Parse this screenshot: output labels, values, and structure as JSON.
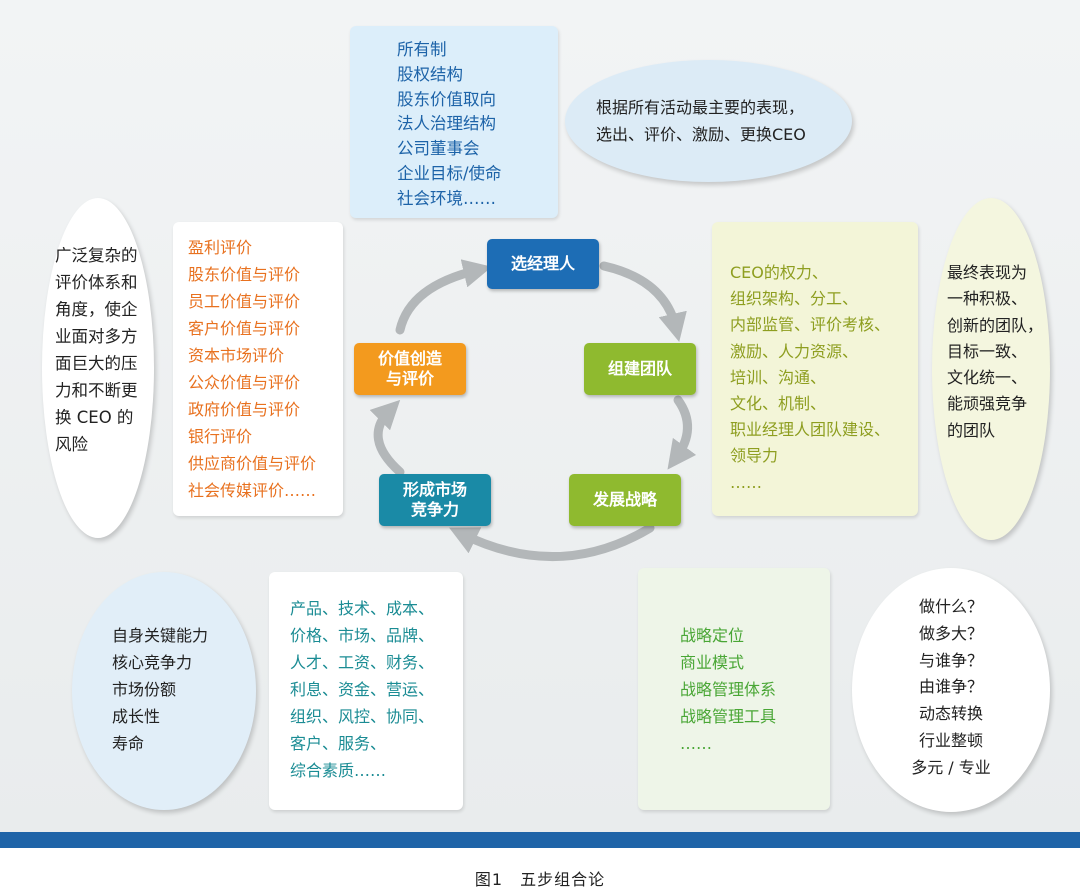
{
  "colors": {
    "blue_node": "#1d6db5",
    "orange_node": "#f39a1e",
    "green_node": "#8fba2f",
    "teal_node": "#1a8aa6",
    "orange_text": "#e8711f",
    "olive_text": "#8e9e20",
    "teal_text": "#1b8c94",
    "green_text": "#49a635",
    "blue_text": "#1d63a8",
    "band": "#1f64a8"
  },
  "top_card": {
    "items": [
      "所有制",
      "股权结构",
      "股东价值取向",
      "法人治理结构",
      "公司董事会",
      "企业目标/使命",
      "社会环境……"
    ]
  },
  "top_right_ellipse": {
    "lines": [
      "根据所有活动最主要的表现，",
      "选出、评价、激励、更换CEO"
    ]
  },
  "left_ellipse": {
    "lines": [
      "广泛复杂的",
      "评价体系和",
      "角度，使企",
      "业面对多方",
      "面巨大的压",
      "力和不断更",
      "换 CEO 的",
      "风险"
    ]
  },
  "left_card": {
    "items": [
      "盈利评价",
      "股东价值与评价",
      "员工价值与评价",
      "客户价值与评价",
      "资本市场评价",
      "公众价值与评价",
      "政府价值与评价",
      "银行评价",
      "供应商价值与评价",
      "社会传媒评价……"
    ]
  },
  "right_card": {
    "items": [
      "CEO的权力、",
      "组织架构、分工、",
      "内部监管、评价考核、",
      "激励、人力资源、",
      "培训、沟通、",
      "文化、机制、",
      "职业经理人团队建设、",
      "领导力",
      "……"
    ]
  },
  "right_ellipse": {
    "lines": [
      "最终表现为",
      "一种积极、",
      "创新的团队，",
      "目标一致、",
      "文化统一、",
      "能顽强竞争",
      "的团队"
    ]
  },
  "bottom_left_ellipse": {
    "lines": [
      "自身关键能力",
      "核心竞争力",
      "市场份额",
      "成长性",
      "寿命"
    ]
  },
  "bottom_left_card": {
    "items": [
      "产品、技术、成本、",
      "价格、市场、品牌、",
      "人才、工资、财务、",
      "利息、资金、营运、",
      "组织、风控、协同、",
      "客户、服务、",
      "综合素质……"
    ]
  },
  "bottom_right_card": {
    "items": [
      "战略定位",
      "商业模式",
      "战略管理体系",
      "战略管理工具",
      "……"
    ]
  },
  "bottom_right_ellipse": {
    "lines": [
      "做什么？",
      "做多大？",
      "与谁争？",
      "由谁争？",
      "动态转换",
      "行业整顿",
      "多元 / 专业"
    ]
  },
  "cycle": {
    "select_manager": "选经理人",
    "build_team": "组建团队",
    "develop_strategy": "发展战略",
    "form_competitiveness_1": "形成市场",
    "form_competitiveness_2": "竞争力",
    "value_creation_1": "价值创造",
    "value_creation_2": "与评价"
  },
  "caption": "图1　五步组合论"
}
